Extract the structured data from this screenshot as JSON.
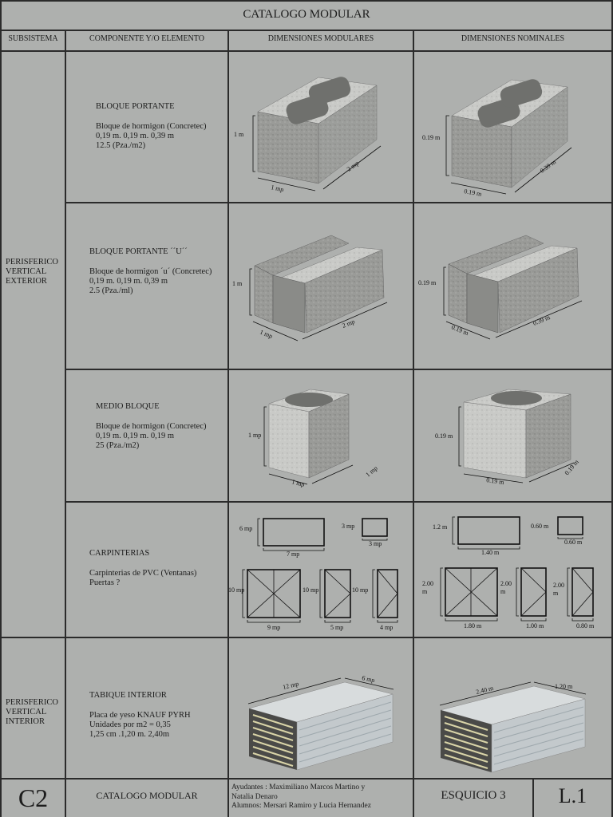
{
  "title": "CATALOGO MODULAR",
  "columns": [
    "SUBSISTEMA",
    "COMPONENTE Y/O ELEMENTO",
    "DIMENSIONES MODULARES",
    "DIMENSIONES NOMINALES"
  ],
  "subsystems": {
    "exterior": "PERISFERICO\nVERTICAL\nEXTERIOR",
    "interior": "PERISFERICO\nVERTICAL\nINTERIOR"
  },
  "rows": [
    {
      "name": "BLOQUE PORTANTE",
      "desc": "Bloque de hormigon (Concretec)\n0,19 m. 0,19 m. 0,39 m\n12.5 (Pza./m2)",
      "mod_dims": [
        "1 m",
        "1 mp",
        "2 mp"
      ],
      "nom_dims": [
        "0.19 m",
        "0.19 m",
        "0.39 m"
      ]
    },
    {
      "name": "BLOQUE PORTANTE ´´U´´",
      "desc": "Bloque de hormigon ´u´ (Concretec)\n0,19 m. 0,19 m. 0,39 m\n2.5 (Pza./ml)",
      "mod_dims": [
        "1 m",
        "1 mp",
        "2 mp"
      ],
      "nom_dims": [
        "0.19 m",
        "0.19 m",
        "0.39 m"
      ]
    },
    {
      "name": "MEDIO BLOQUE",
      "desc": "Bloque de hormigon (Concretec)\n0,19 m. 0,19 m. 0,19 m\n25 (Pza./m2)",
      "mod_dims": [
        "1 mp",
        "1 mp",
        "1 mp"
      ],
      "nom_dims": [
        "0.19 m",
        "0.19 m",
        "0.19 m"
      ]
    },
    {
      "name": "CARPINTERIAS",
      "desc": "Carpinterias de PVC (Ventanas)\nPuertas ?",
      "mod_dims": [
        "6 mp",
        "7 mp",
        "3 mp",
        "3 mp",
        "10 mp",
        "9 mp",
        "10 mp",
        "5 mp",
        "10 mp",
        "4 mp"
      ],
      "nom_dims": [
        "1.2 m",
        "1.40 m",
        "0.60 m",
        "0.60 m",
        "2.00\nm",
        "1.80 m",
        "2.00\nm",
        "1.00 m",
        "2.00\nm",
        "0.80 m"
      ]
    },
    {
      "name": "TABIQUE INTERIOR",
      "desc": "Placa de yeso KNAUF PYRH\nUnidades por m2 = 0,35\n1,25 cm .1,20 m. 2,40m",
      "mod_dims": [
        "12 mp",
        "6 mp"
      ],
      "nom_dims": [
        "2.40 m",
        "1.20 m"
      ]
    }
  ],
  "footer": {
    "code": "C2",
    "catalog": "CATALOGO MODULAR",
    "credits": "Ayudantes : Maximiliano Marcos Martino y\nNatalia Denaro\nAlumnos: Mersari Ramiro y Lucia Hernandez",
    "exercise": "ESQUICIO 3",
    "sheet": "L.1"
  }
}
